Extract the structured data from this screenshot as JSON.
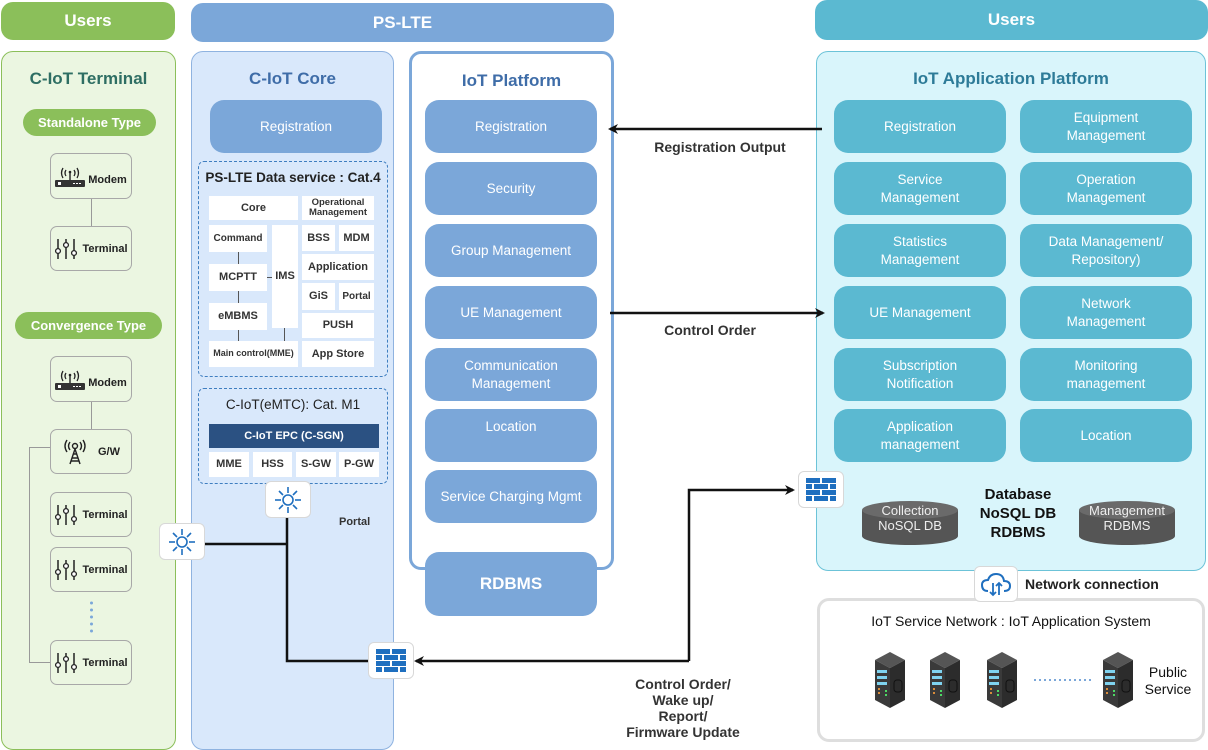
{
  "headers": {
    "users_left": "Users",
    "ps_lte": "PS-LTE",
    "users_right": "Users"
  },
  "terminal_panel": {
    "title": "C-IoT Terminal",
    "standalone_label": "Standalone Type",
    "convergence_label": "Convergence Type",
    "standalone_devices": [
      {
        "icon": "modem-icon",
        "label": "Modem"
      },
      {
        "icon": "terminal-icon",
        "label": "Terminal"
      }
    ],
    "convergence_devices": [
      {
        "icon": "modem-icon",
        "label": "Modem"
      },
      {
        "icon": "gateway-tower-icon",
        "label": "G/W"
      },
      {
        "icon": "terminal-icon",
        "label": "Terminal"
      },
      {
        "icon": "terminal-icon",
        "label": "Terminal"
      },
      {
        "icon": "terminal-icon",
        "label": "Terminal"
      }
    ]
  },
  "core_panel": {
    "title": "C-IoT Core",
    "registration": "Registration",
    "data_service": {
      "title": "PS-LTE Data service : Cat.4",
      "core": "Core",
      "operational_management": "Operational Management",
      "command": "Command",
      "mcptt": "MCPTT",
      "embms": "eMBMS",
      "main_control": "Main control(MME)",
      "ims": "IMS",
      "bss": "BSS",
      "mdm": "MDM",
      "application": "Application",
      "gis": "GiS",
      "portal": "Portal",
      "push": "PUSH",
      "app_store": "App Store"
    },
    "emtc": {
      "title": "C-IoT(eMTC): Cat. M1",
      "epc": "C-IoT EPC (C-SGN)",
      "cells": [
        "MME",
        "HSS",
        "S-GW",
        "P-GW"
      ]
    },
    "portal_label": "Portal"
  },
  "iot_platform": {
    "title": "IoT Platform",
    "items": [
      "Registration",
      "Security",
      "Group Management",
      "UE Management",
      "Communication Management",
      "Location",
      "Service Charging Mgmt"
    ],
    "rdbms": "RDBMS"
  },
  "app_platform": {
    "title": "IoT Application Platform",
    "items": [
      "Registration",
      "Equipment Management",
      "Service Management",
      "Operation Management",
      "Statistics Management",
      "Data Management/ Repository)",
      "UE Management",
      "Network Management",
      "Subscription Notification",
      "Monitoring management",
      "Application management",
      "Location"
    ],
    "database": {
      "title_lines": [
        "Database",
        "NoSQL DB",
        "RDBMS"
      ],
      "collection_db": [
        "Collection",
        "NoSQL DB"
      ],
      "management_db": [
        "Management",
        "RDBMS"
      ]
    }
  },
  "network": {
    "connection_label": "Network connection",
    "service_network_title": "IoT Service Network : IoT Application System",
    "public_service": [
      "Public",
      "Service"
    ]
  },
  "flows": {
    "registration_output": "Registration Output",
    "control_order": "Control Order",
    "bottom_flow": [
      "Control Order/",
      "Wake up/",
      "Report/",
      "Firmware Update"
    ]
  },
  "colors": {
    "green": "#8bbf5a",
    "blue": "#7ba7d9",
    "teal": "#5bb9d1",
    "dark_navy": "#2b5182",
    "icon_blue": "#1f6fbf"
  }
}
